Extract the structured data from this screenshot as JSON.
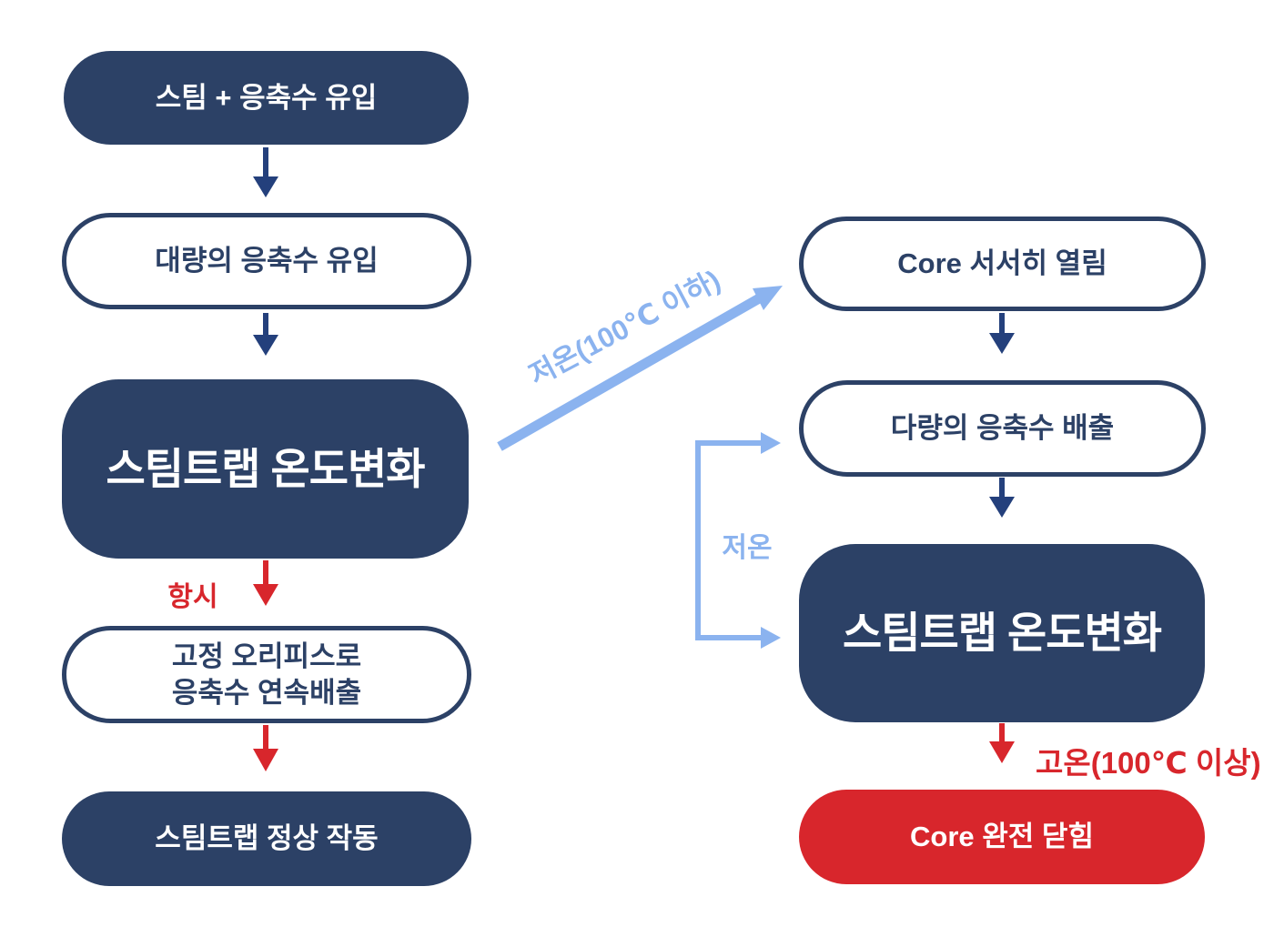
{
  "colors": {
    "navy": "#2C4166",
    "red": "#D8262C",
    "light_blue": "#8BB3EF",
    "white": "#FFFFFF"
  },
  "left_flow": {
    "steam_condensate_inflow": "스팀 + 응축수 유입",
    "bulk_condensate_inflow": "대량의 응축수 유입",
    "steam_trap_temp_change": "스팀트랩 온도변화",
    "always": "항시",
    "fixed_orifice_line1": "고정 오리피스로",
    "fixed_orifice_line2": "응축수 연속배출",
    "steam_trap_normal_operation": "스팀트랩 정상 작동"
  },
  "right_flow": {
    "core_slowly_opens": "Core 서서히 열림",
    "bulk_condensate_discharge": "다량의 응축수 배출",
    "steam_trap_temp_change": "스팀트랩 온도변화",
    "high_temp": "고온(100℃ 이상)",
    "core_fully_closed": "Core 완전 닫힘"
  },
  "connectors": {
    "low_temp_diagonal": "저온(100℃ 이하)",
    "low_temp_loop": "저온"
  }
}
